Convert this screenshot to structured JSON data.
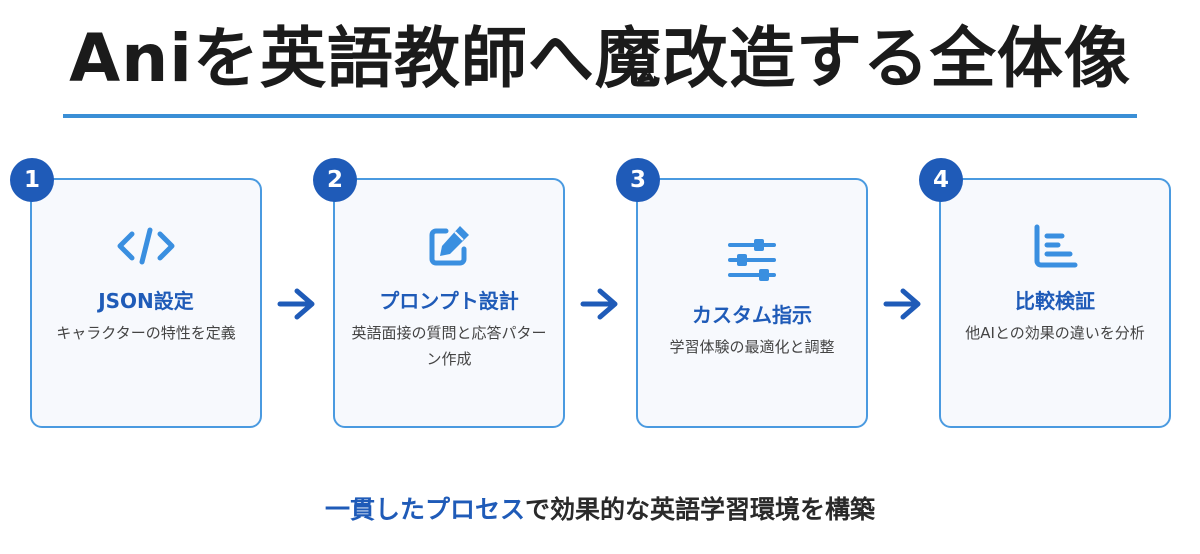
{
  "title": "Aniを英語教師へ魔改造する全体像",
  "steps": [
    {
      "number": "1",
      "icon": "code-icon",
      "title": "JSON設定",
      "desc": "キャラクターの特性を定義"
    },
    {
      "number": "2",
      "icon": "edit-icon",
      "title": "プロンプト設計",
      "desc": "英語面接の質問と応答パターン作成"
    },
    {
      "number": "3",
      "icon": "sliders-icon",
      "title": "カスタム指示",
      "desc": "学習体験の最適化と調整"
    },
    {
      "number": "4",
      "icon": "bar-chart-icon",
      "title": "比較検証",
      "desc": "他AIとの効果の違いを分析"
    }
  ],
  "footer": {
    "highlight": "一貫したプロセス",
    "rest": "で効果的な英語学習環境を構築"
  },
  "colors": {
    "accent": "#1f5bb8",
    "border": "#4a9ae0",
    "icon": "#3a8fe0",
    "rule": "#3a8fd6",
    "card_bg": "#f7f9fd"
  }
}
